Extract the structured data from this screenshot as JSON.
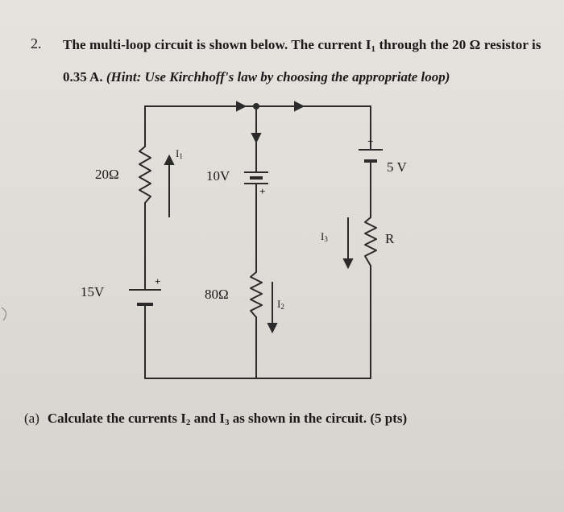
{
  "question": {
    "number": "2.",
    "line1_a": "The multi-loop circuit is shown below. The current I",
    "line1_sub": "1",
    "line1_b": " through the 20 Ω resistor is",
    "line2_a": "0.35 A. ",
    "line2_hint": "(Hint: Use Kirchhoff's law by choosing the appropriate loop)"
  },
  "circuit": {
    "r1_label": "20Ω",
    "emf_mid_label": "10V",
    "emf_right_label": "5 V",
    "r_right_label": "R",
    "emf_left_label": "15V",
    "r2_label": "80Ω",
    "i1": {
      "main": "I",
      "sub": "1"
    },
    "i2": {
      "main": "I",
      "sub": "2"
    },
    "i3": {
      "main": "I",
      "sub": "3"
    },
    "plus": "+"
  },
  "part_a": {
    "label": "(a)",
    "text_a": "Calculate the currents I",
    "sub2": "2",
    "text_b": " and I",
    "sub3": "3",
    "text_c": " as shown in the circuit. (5 pts)"
  }
}
